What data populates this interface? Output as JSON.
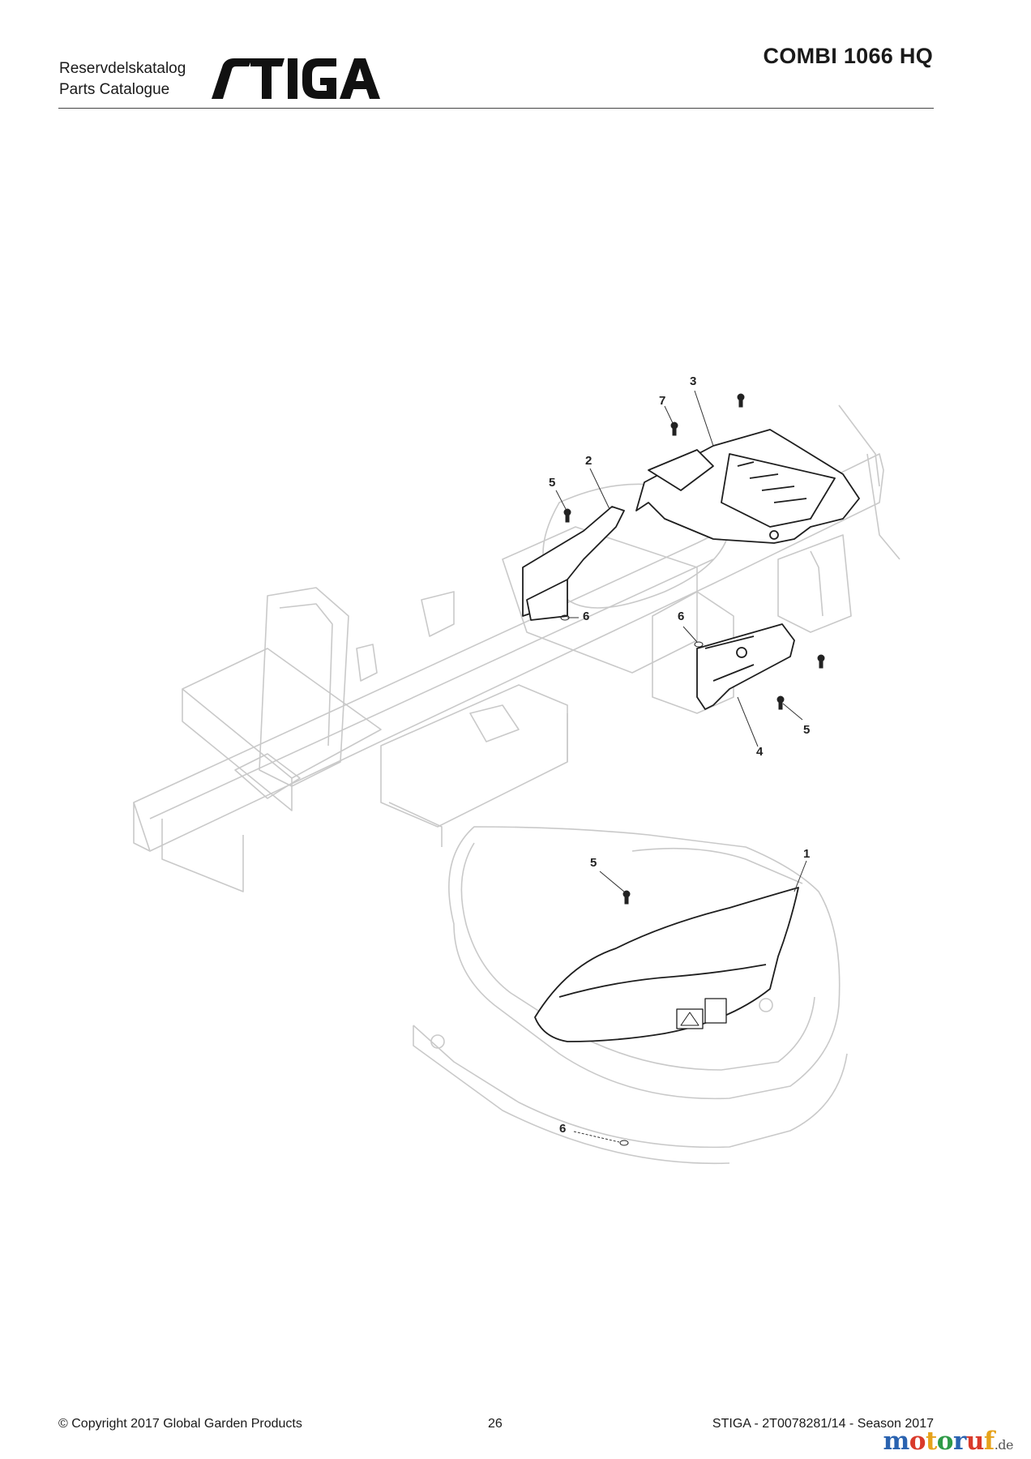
{
  "header": {
    "catalog_label_sv": "Reservdelskatalog",
    "catalog_label_en": "Parts Catalogue",
    "brand": "STIGA",
    "model": "COMBI 1066 HQ"
  },
  "diagram": {
    "callouts": [
      {
        "id": "c3",
        "label": "3"
      },
      {
        "id": "c7",
        "label": "7"
      },
      {
        "id": "c2",
        "label": "2"
      },
      {
        "id": "c5a",
        "label": "5"
      },
      {
        "id": "c6a",
        "label": "6"
      },
      {
        "id": "c6b",
        "label": "6"
      },
      {
        "id": "c5b",
        "label": "5"
      },
      {
        "id": "c4",
        "label": "4"
      },
      {
        "id": "c5c",
        "label": "5"
      },
      {
        "id": "c1",
        "label": "1"
      },
      {
        "id": "c6c",
        "label": "6"
      }
    ]
  },
  "footer": {
    "copyright": "© Copyright 2017 Global Garden Products",
    "page_number": "26",
    "doc_ref": "STIGA - 2T0078281/14 - Season 2017"
  },
  "watermark": {
    "letters": [
      "m",
      "o",
      "t",
      "o",
      "r",
      "u",
      "f"
    ],
    "colors": [
      "#2a63b0",
      "#d93a2b",
      "#e6a21b",
      "#2e9a47",
      "#2a63b0",
      "#d93a2b",
      "#e6a21b"
    ],
    "tld": ".de"
  }
}
